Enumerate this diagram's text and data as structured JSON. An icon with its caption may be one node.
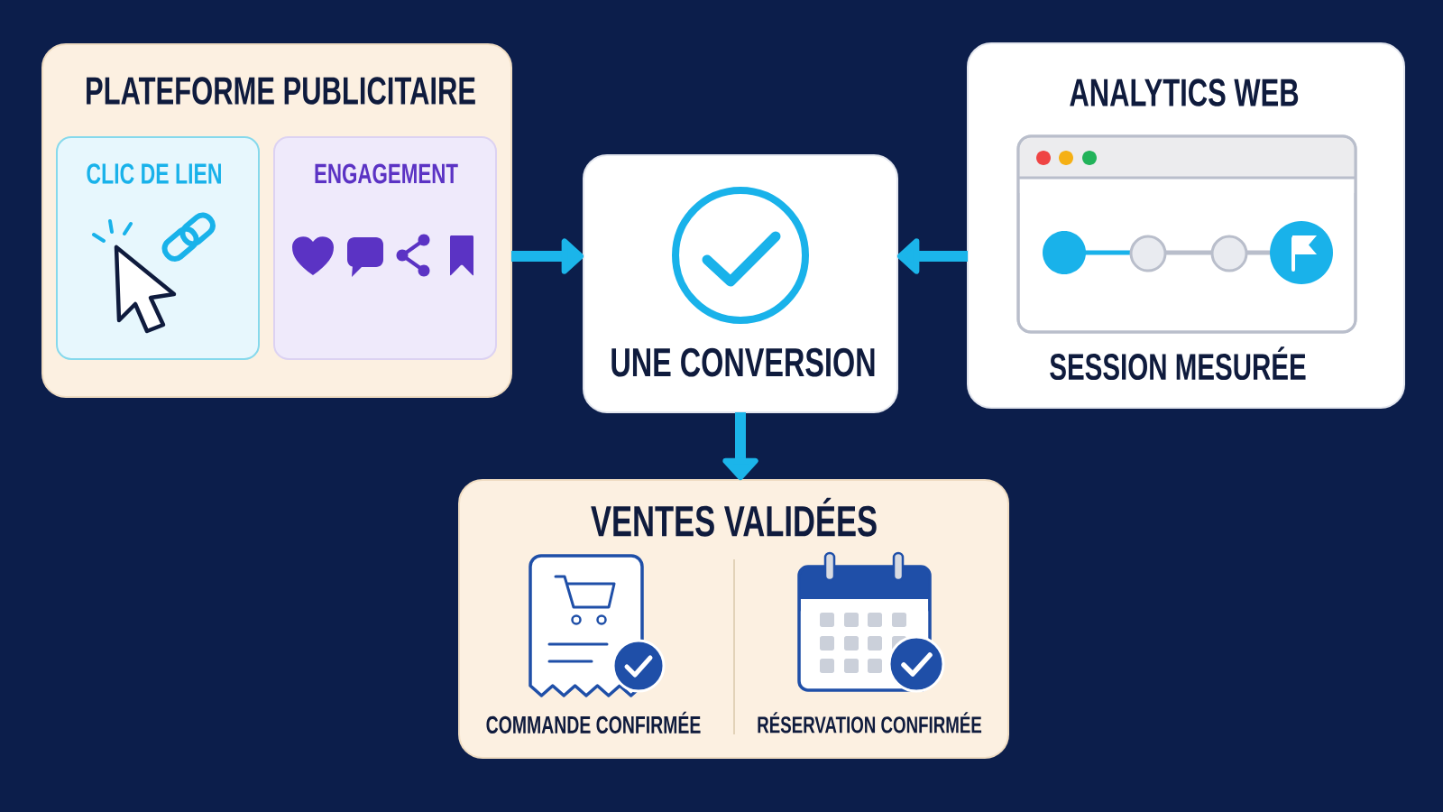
{
  "diagram": {
    "nodes": [
      {
        "text": [
          "PLATEFORME PUBLICITAIRE"
        ]
      },
      {
        "text": [
          "CLIC DE LIEN"
        ],
        "in": 0
      },
      {
        "text": [
          "ENGAGEMENT"
        ],
        "in": 0
      },
      {
        "text": [
          "UNE CONVERSION"
        ]
      },
      {
        "text": [
          "ANALYTICS WEB",
          "SESSION MESURÉE"
        ]
      },
      {
        "text": [
          "VENTES VALIDÉES",
          "COMMANDE CONFIRMÉE",
          "RÉSERVATION CONFIRMÉE"
        ]
      }
    ],
    "edges": [
      {
        "from": 0,
        "to": 3,
        "arrow": "to"
      },
      {
        "from": 4,
        "to": 3,
        "arrow": "to"
      },
      {
        "from": 3,
        "to": 5,
        "arrow": "to"
      }
    ]
  }
}
